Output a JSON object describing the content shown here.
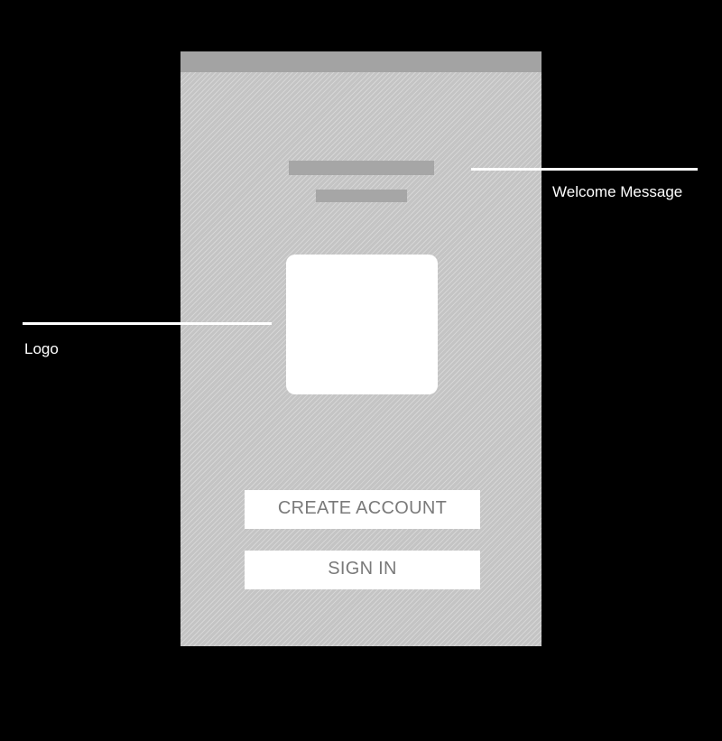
{
  "buttons": {
    "create_account": "CREATE ACCOUNT",
    "sign_in": "SIGN IN"
  },
  "annotations": {
    "welcome_message": "Welcome Message",
    "logo": "Logo"
  },
  "colors": {
    "background": "#000000",
    "screen": "#c4c4c4",
    "status_bar": "#a3a3a3",
    "placeholder": "#a6a6a6",
    "button_fill": "#ffffff",
    "button_text": "#7a7a7a",
    "annotation": "#ffffff"
  }
}
